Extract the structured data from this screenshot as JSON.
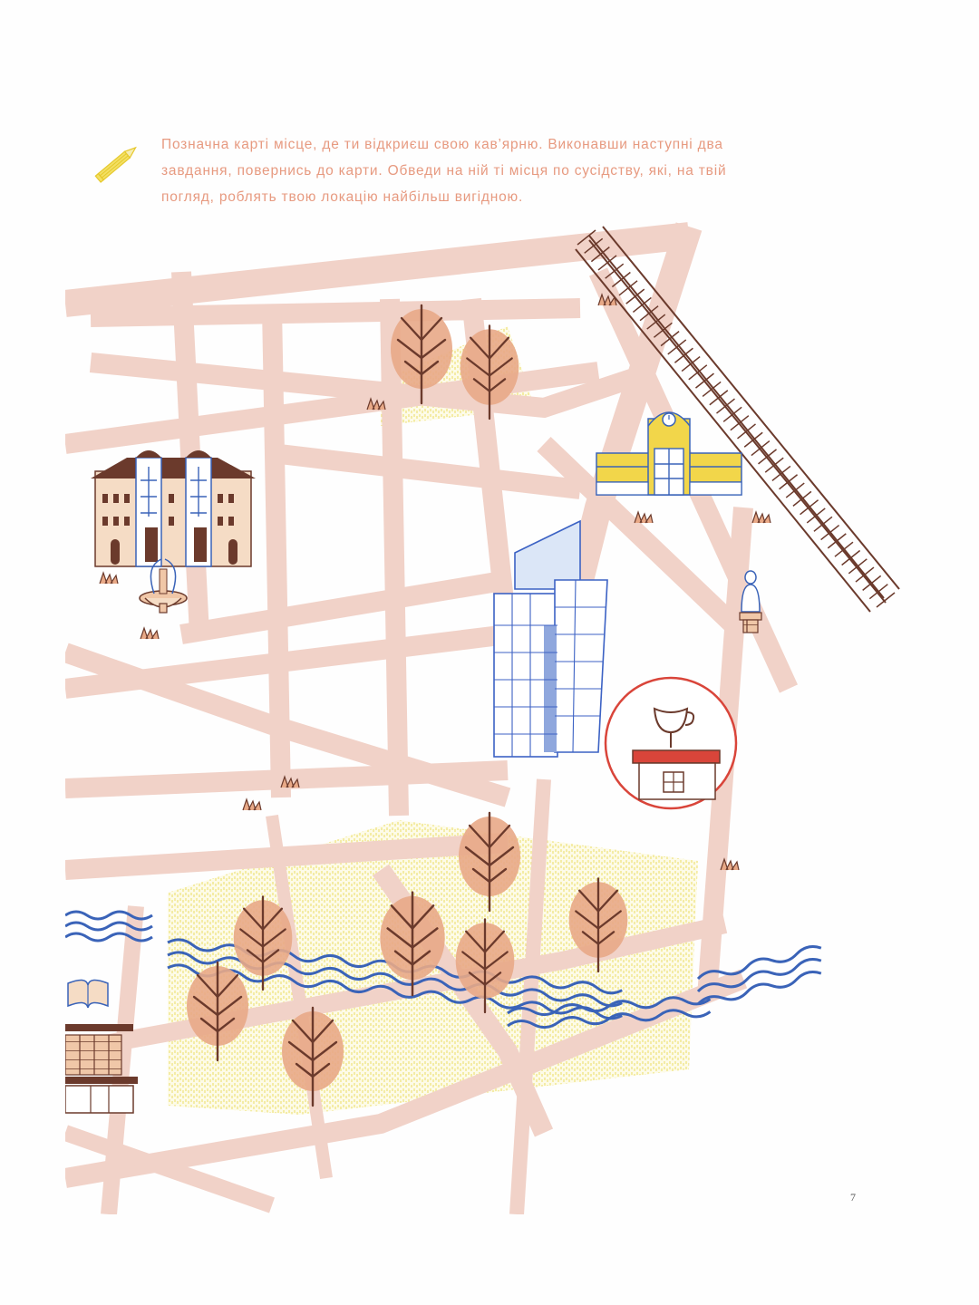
{
  "instruction": {
    "lines": [
      "Позначна карті місце, де ти відкриєш свою кав’ярню. Виконавши наступні два",
      "завдання, повернись до карти. Обведи на ній ті місця по сусідству, які, на твій",
      "погляд, роблять твою локацію найбільш вигідною."
    ],
    "icon": "pencil-icon"
  },
  "map": {
    "landmarks": [
      "university-building-icon",
      "fountain-icon",
      "train-station-icon",
      "railway-tracks-icon",
      "office-tower-icon",
      "monument-icon",
      "cafe-icon",
      "library-icon",
      "park-trees-icon",
      "river-icon"
    ],
    "colors": {
      "roads": "#f1d2c8",
      "river": "#3a63b8",
      "cafe_circle": "#d9453a",
      "trees": "#e8a987",
      "tree_trunk": "#6b3a2c",
      "park_dots": "#f3ea8a",
      "station_yellow": "#f2d64a",
      "tower_blue": "#3c62c4"
    }
  },
  "page_number": "7"
}
